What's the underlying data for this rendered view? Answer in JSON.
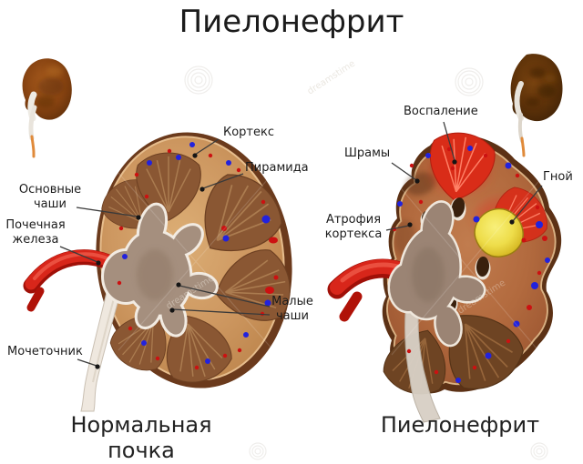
{
  "title": "Пиелонефрит",
  "watermark": {
    "text": "dreamstime"
  },
  "left": {
    "caption": "Нормальная почка",
    "labels": {
      "cortex": "Кортекс",
      "pyramid": "Пирамида",
      "major_calyces": [
        "Основные",
        "чаши"
      ],
      "renal_gland": [
        "Почечная",
        "железа"
      ],
      "minor_calyces": [
        "Малые",
        "чаши"
      ],
      "ureter": "Мочеточник"
    }
  },
  "right": {
    "caption": "Пиелонефрит",
    "labels": {
      "inflammation": "Воспаление",
      "scars": "Шрамы",
      "pus": "Гной",
      "cortex_atrophy": [
        "Атрофия",
        "кортекса"
      ]
    }
  },
  "colors": {
    "background": "#ffffff",
    "text": "#1c1c1c",
    "leader_line": "#3a3a3a",
    "normal_rim": "#6b3a1c",
    "normal_cortex": "#cd9760",
    "pyramid_brown": "#8a5733",
    "pelvis_gray": "#a58f7e",
    "artery_red": "#d8261a",
    "ureter_white": "#efe8df",
    "diseased_rim": "#5c3115",
    "diseased_cortex": "#b26a3e",
    "inflammation_red": "#d92c18",
    "pus_yellow": "#eedd4a",
    "dot_red": "#cc1111",
    "dot_blue": "#2222dd"
  }
}
